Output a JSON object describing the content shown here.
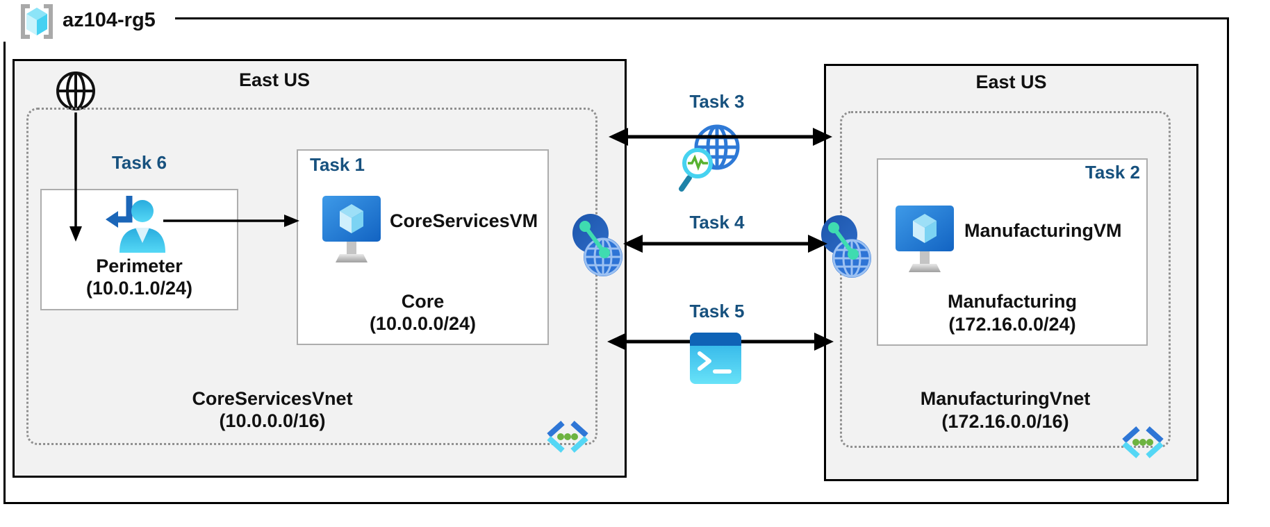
{
  "resource_group": {
    "name": "az104-rg5"
  },
  "regions": {
    "left": {
      "location": "East US",
      "vnet_name": "CoreServicesVnet",
      "vnet_cidr": "(10.0.0.0/16)",
      "perimeter": {
        "task": "Task 6",
        "subnet_name": "Perimeter",
        "subnet_cidr": "(10.0.1.0/24)"
      },
      "core": {
        "task": "Task 1",
        "vm_name": "CoreServicesVM",
        "subnet_name": "Core",
        "subnet_cidr": "(10.0.0.0/24)"
      }
    },
    "right": {
      "location": "East US",
      "vnet_name": "ManufacturingVnet",
      "vnet_cidr": "(172.16.0.0/16)",
      "manufacturing": {
        "task": "Task 2",
        "vm_name": "ManufacturingVM",
        "subnet_name": "Manufacturing",
        "subnet_cidr": "(172.16.0.0/24)"
      }
    }
  },
  "connections": {
    "task3": {
      "label": "Task 3",
      "icon": "network-watcher-icon"
    },
    "task4": {
      "label": "Task 4",
      "icon": "vnet-peering-icon"
    },
    "task5": {
      "label": "Task 5",
      "icon": "cloud-shell-icon"
    }
  },
  "icons": {
    "resource_group": "resource-group-icon",
    "internet": "internet-globe-icon",
    "perimeter_user": "user-return-icon",
    "virtual_machine": "vm-icon",
    "virtual_network": "vnet-icon",
    "peering": "vnet-peering-icon",
    "network_watcher": "network-watcher-icon",
    "cloud_shell": "cloud-shell-icon"
  },
  "colors": {
    "task_label": "#17517E",
    "region_fill": "#F2F2F2",
    "outline": "#000000",
    "subnet_border": "#ADADAD",
    "vnet_border": "#8F8F8F",
    "arrow": "#000000",
    "azure_blue": "#2E76D6",
    "cyan": "#50D5F2",
    "teal_dot": "#3FDCB0",
    "green_dot": "#6DB33F"
  }
}
